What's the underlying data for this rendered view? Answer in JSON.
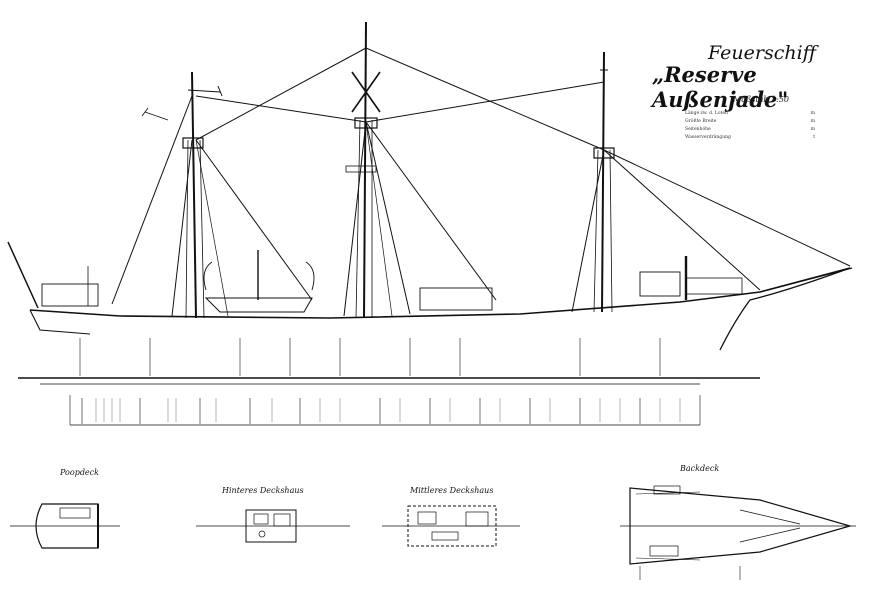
{
  "title": {
    "line1": "Feuerschiff",
    "line2": "„Reserve Außenjade\"",
    "scale": "Maßstab 1:50"
  },
  "spec_rows": [
    {
      "label": "Länge zw. d. Loten",
      "value": "m"
    },
    {
      "label": "Größte Breite",
      "value": "m"
    },
    {
      "label": "Seitenhöhe",
      "value": "m"
    },
    {
      "label": "Wasserverdrängung",
      "value": "t"
    }
  ],
  "views": {
    "poop": "Poopdeck",
    "aft_deckhouse": "Hinteres Deckshaus",
    "mid_deckhouse": "Mittleres Deckshaus",
    "forecastle": "Backdeck"
  },
  "colors": {
    "ink": "#111111",
    "paper": "#ffffff"
  }
}
